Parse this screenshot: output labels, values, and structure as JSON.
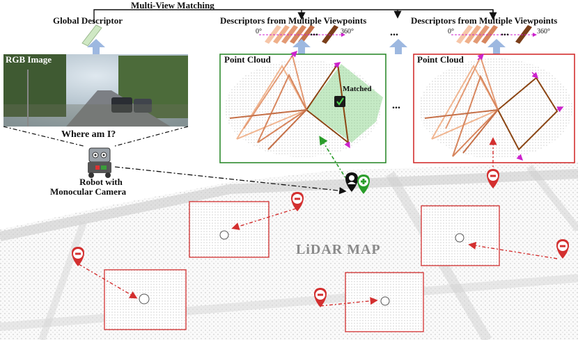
{
  "header": {
    "multi_view_matching": "Multi-View Matching",
    "global_descriptor": "Global Descriptor",
    "descriptors_multiple_viewpoints": "Descriptors from Multiple Viewpoints",
    "angle_start": "0°",
    "angle_end": "360°",
    "ellipsis": "..."
  },
  "rgb_panel": {
    "title": "RGB Image",
    "question": "Where am I?"
  },
  "robot": {
    "label_line1": "Robot with",
    "label_line2": "Monocular Camera"
  },
  "point_cloud_panels": [
    {
      "title": "Point Cloud",
      "matched_label": "Matched",
      "border_color": "#2e8b2e"
    },
    {
      "title": "Point Cloud",
      "border_color": "#d32f2f"
    }
  ],
  "map": {
    "title": "LiDAR MAP"
  },
  "colors": {
    "match_green": "#2a9d2a",
    "mismatch_red": "#d32f2f",
    "arrow_blue": "#9db8e0",
    "brown_dark": "#8b4513",
    "brown_light": "#f0b590",
    "viewpoint_magenta": "#cc22cc"
  }
}
